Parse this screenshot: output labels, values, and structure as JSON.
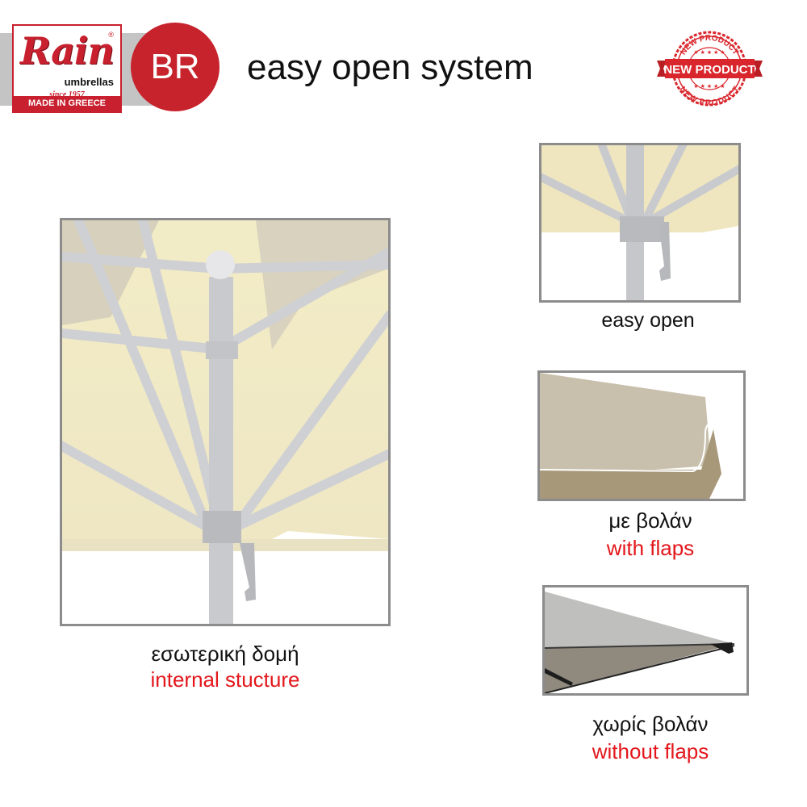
{
  "header": {
    "logo": {
      "brand": "Rain",
      "registered": "®",
      "subbrand": "umbrellas",
      "since": "since 1957",
      "origin": "MADE IN GREECE"
    },
    "model_badge": "BR",
    "title": "easy open system",
    "stamp": {
      "top_text": "NEW PRODUCT",
      "banner_text": "NEW PRODUCT",
      "bottom_text": "NEW PRODUCT",
      "color": "#d9262c"
    }
  },
  "main_image": {
    "icon": "umbrella-internal-structure-photo",
    "caption_greek": "εσωτερική δομή",
    "caption_english": "internal stucture"
  },
  "side_images": [
    {
      "icon": "easy-open-hook-photo",
      "caption_english": "easy open"
    },
    {
      "icon": "canopy-with-flaps-photo",
      "caption_greek": "με βολάν",
      "caption_english": "with flaps"
    },
    {
      "icon": "canopy-without-flaps-photo",
      "caption_greek": "χωρίς βολάν",
      "caption_english": "without flaps"
    }
  ],
  "colors": {
    "brand_red": "#c8202e",
    "caption_red": "#e3161b",
    "frame_gray": "#8c8c8c"
  }
}
